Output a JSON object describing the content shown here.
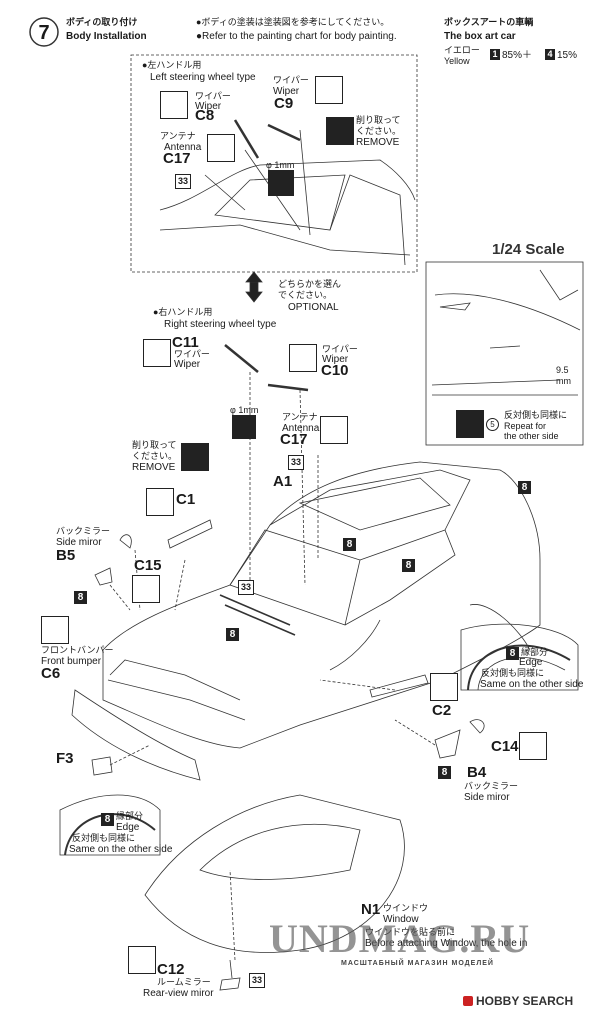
{
  "step": {
    "number": "7",
    "title_jp": "ボディの取り付け",
    "title_en": "Body Installation",
    "note1": "●ボディの塗装は塗装図を参考にしてください。",
    "note2": "●Refer to the painting chart for body painting."
  },
  "box_art": {
    "title_jp": "ボックスアートの車輌",
    "title_en": "The box art car",
    "color_jp": "イエロー",
    "color_en": "Yellow",
    "mix_a": "1",
    "mix_a_pct": "85%＋",
    "mix_b": "4",
    "mix_b_pct": "15%"
  },
  "left_steering": {
    "title_jp": "●左ハンドル用",
    "title_en": "Left steering wheel type",
    "wiper_c8_jp": "ワイパー",
    "wiper_c8_en": "Wiper",
    "wiper_c8_code": "C8",
    "wiper_c9_jp": "ワイパー",
    "wiper_c9_en": "Wiper",
    "wiper_c9_code": "C9",
    "antenna_jp": "アンテナ",
    "antenna_en": "Antenna",
    "antenna_code": "C17",
    "remove_jp1": "削り取って",
    "remove_jp2": "ください。",
    "remove_en": "REMOVE",
    "drill": "φ 1mm",
    "paint": "33"
  },
  "scale": "1/24 Scale",
  "repeat": {
    "jp": "反対側も同様に",
    "en1": "Repeat for",
    "en2": "the other side",
    "num": "5",
    "dim": "9.5",
    "dim_unit": "mm"
  },
  "optional": {
    "jp1": "どちらかを選ん",
    "jp2": "でください。",
    "en": "OPTIONAL"
  },
  "right_steering": {
    "title_jp": "●右ハンドル用",
    "title_en": "Right steering wheel type",
    "c11_code": "C11",
    "c11_jp": "ワイパー",
    "c11_en": "Wiper",
    "c10_jp": "ワイパー",
    "c10_en": "Wiper",
    "c10_code": "C10",
    "drill": "φ 1mm",
    "antenna_jp": "アンテナ",
    "antenna_en": "Antenna",
    "antenna_code": "C17",
    "remove_jp1": "削り取って",
    "remove_jp2": "ください。",
    "remove_en": "REMOVE"
  },
  "parts": {
    "a1": "A1",
    "c1": "C1",
    "mirror_jp": "バックミラー",
    "mirror_en": "Side miror",
    "b5": "B5",
    "c15": "C15",
    "bumper_jp": "フロントバンパー",
    "bumper_en": "Front bumper",
    "c6": "C6",
    "f3": "F3",
    "c2": "C2",
    "c14": "C14",
    "b4": "B4",
    "b4_jp": "バックミラー",
    "b4_en": "Side miror",
    "edge_jp": "縁部分",
    "edge_en": "Edge",
    "same_jp": "反対側も同様に",
    "same_en": "Same on the other side",
    "n1": "N1",
    "window_jp": "ウインドウ",
    "window_en": "Window",
    "before_jp": "ウインドウを貼る前に",
    "before_en1": "Before attaching Window, the hole in",
    "c12": "C12",
    "c12_jp": "ルームミラー",
    "c12_en": "Rear-view miror",
    "paint8": "8",
    "paint33": "33"
  },
  "watermark": {
    "main": "UNDMAG.RU",
    "sub": "МАСШТАБНЫЙ МАГАЗИН МОДЕЛЕЙ"
  },
  "footer": {
    "brand": "HOBBY SEARCH"
  }
}
